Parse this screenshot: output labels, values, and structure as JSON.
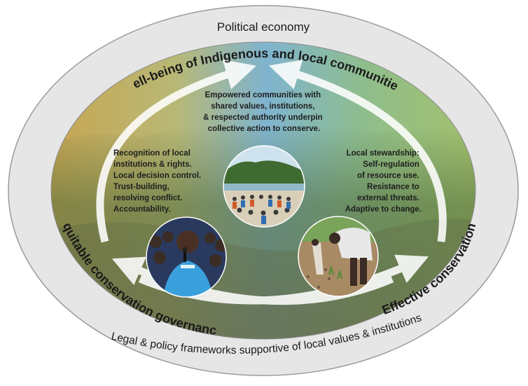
{
  "outer_ring": {
    "top_label": "Political economy",
    "bottom_label": "Legal & policy frameworks supportive of local values & institutions"
  },
  "cycle": {
    "top_label": "Well-being of Indigenous and local communities",
    "left_label": "Equitable conservation governance",
    "right_label": "Effective conservation"
  },
  "center_text": [
    "Empowered communities with",
    "shared values, institutions,",
    "& respected authority underpin",
    "collective action to conserve."
  ],
  "left_text": [
    "Recognition of local",
    "institutions & rights.",
    "Local decision control.",
    "Trust-building,",
    "resolving conflict.",
    "Accountability."
  ],
  "right_text": [
    "Local stewardship:",
    "Self-regulation",
    "of resource use.",
    "Resistance to",
    "external threats.",
    "Adaptive to change."
  ],
  "photos": {
    "center": "community-circle-photo",
    "left": "speaker-photo",
    "right": "planting-photo"
  },
  "colors": {
    "outer_ring": "#e6e6e6",
    "left_tint": "#c9a44f",
    "center_tint": "#7fb4cf",
    "right_tint": "#a7c268",
    "forest": "#4f6a3a",
    "arrow": "#ffffff"
  }
}
